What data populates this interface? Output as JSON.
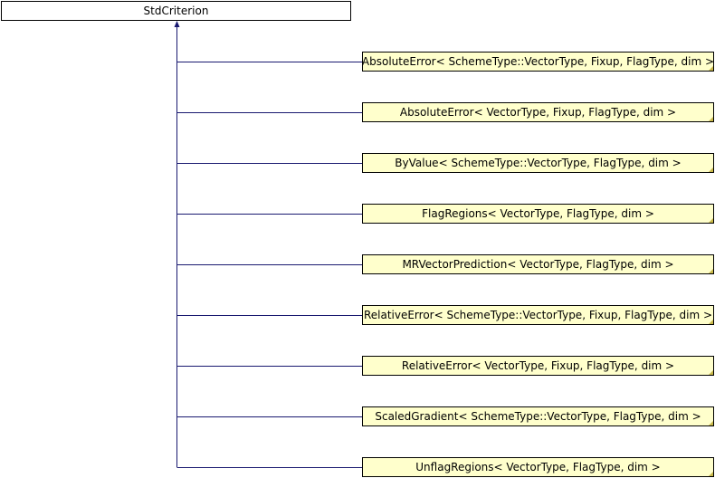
{
  "colors": {
    "edge": "#191970",
    "child_fill": "#ffffcc",
    "border": "#000000"
  },
  "root": {
    "label": "StdCriterion"
  },
  "children": [
    {
      "label": "AbsoluteError< SchemeType::VectorType, Fixup, FlagType, dim >"
    },
    {
      "label": "AbsoluteError< VectorType, Fixup, FlagType, dim >"
    },
    {
      "label": "ByValue< SchemeType::VectorType, FlagType, dim >"
    },
    {
      "label": "FlagRegions< VectorType, FlagType, dim >"
    },
    {
      "label": "MRVectorPrediction< VectorType, FlagType, dim >"
    },
    {
      "label": "RelativeError< SchemeType::VectorType, Fixup, FlagType, dim >"
    },
    {
      "label": "RelativeError< VectorType, Fixup, FlagType, dim >"
    },
    {
      "label": "ScaledGradient< SchemeType::VectorType, FlagType, dim >"
    },
    {
      "label": "UnflagRegions< VectorType, FlagType, dim >"
    }
  ]
}
